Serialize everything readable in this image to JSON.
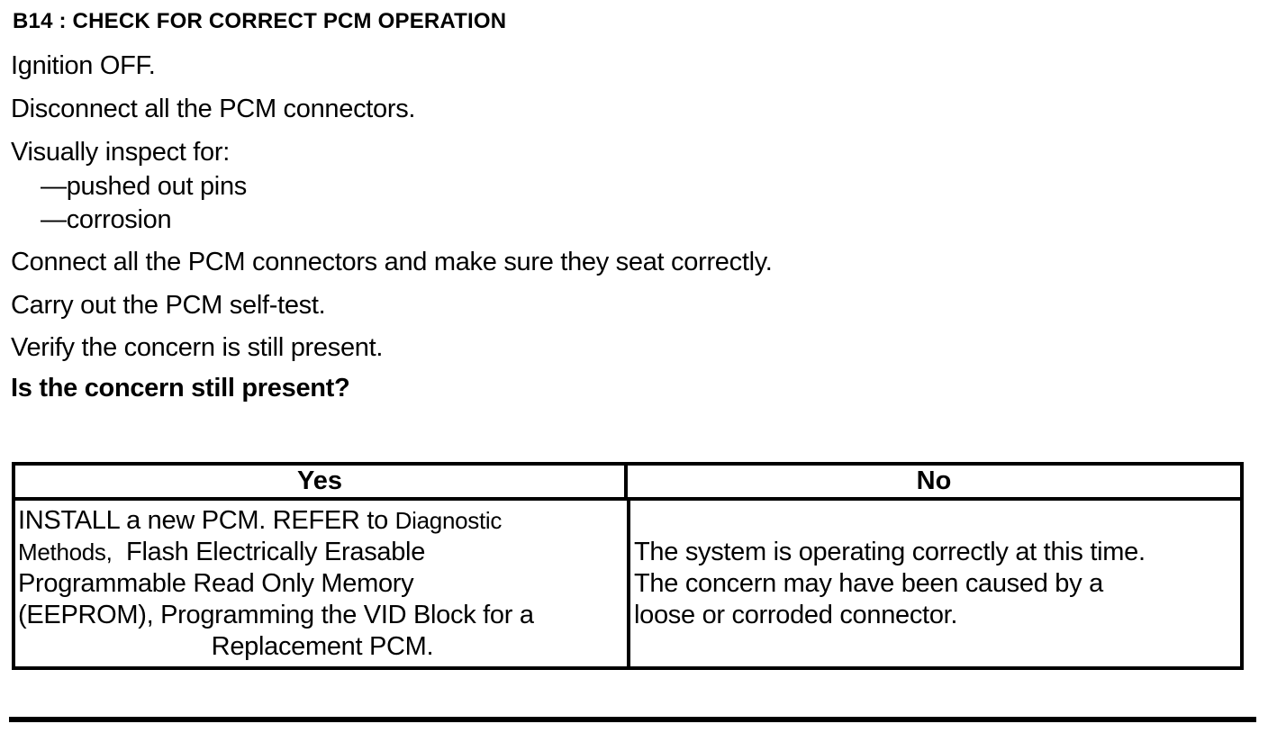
{
  "document": {
    "heading": "B14 : CHECK FOR CORRECT PCM OPERATION",
    "steps": [
      "Ignition OFF.",
      "Disconnect all the PCM connectors.",
      "Visually inspect for:",
      "—pushed out pins",
      "—corrosion",
      "Connect all the PCM connectors and make sure they seat correctly.",
      "Carry out the PCM self-test.",
      "Verify the concern is still present."
    ],
    "question": "Is the concern still present?",
    "result_table": {
      "yes_header": "Yes",
      "no_header": "No",
      "yes_text": "INSTALL a new PCM. REFER to Diagnostic Methods, Flash Electrically Erasable Programmable Read Only Memory (EEPROM), Programming the VID Block for a Replacement PCM.",
      "yes_lines": [
        [
          {
            "text": "INSTALL a new PCM. REFER to ",
            "ref": false
          },
          {
            "text": "Diagnostic",
            "ref": true
          }
        ],
        [
          {
            "text": "Methods,",
            "ref": true
          },
          {
            "text": "  Flash Electrically Erasable",
            "ref": false
          }
        ],
        [
          {
            "text": "Programmable Read Only Memory",
            "ref": false
          }
        ],
        [
          {
            "text": "(EEPROM), Programming the VID Block for a",
            "ref": false
          }
        ],
        [
          {
            "text": "Replacement PCM.",
            "ref": false
          }
        ]
      ],
      "no_text": "The system is operating correctly at this time. The concern may have been caused by a loose or corroded connector.",
      "no_lines": [
        "The system is operating correctly at this time.",
        "The concern may have been caused by a",
        "loose or corroded connector."
      ]
    }
  },
  "colors": {
    "text": "#000000",
    "background": "#ffffff",
    "border": "#000000"
  }
}
